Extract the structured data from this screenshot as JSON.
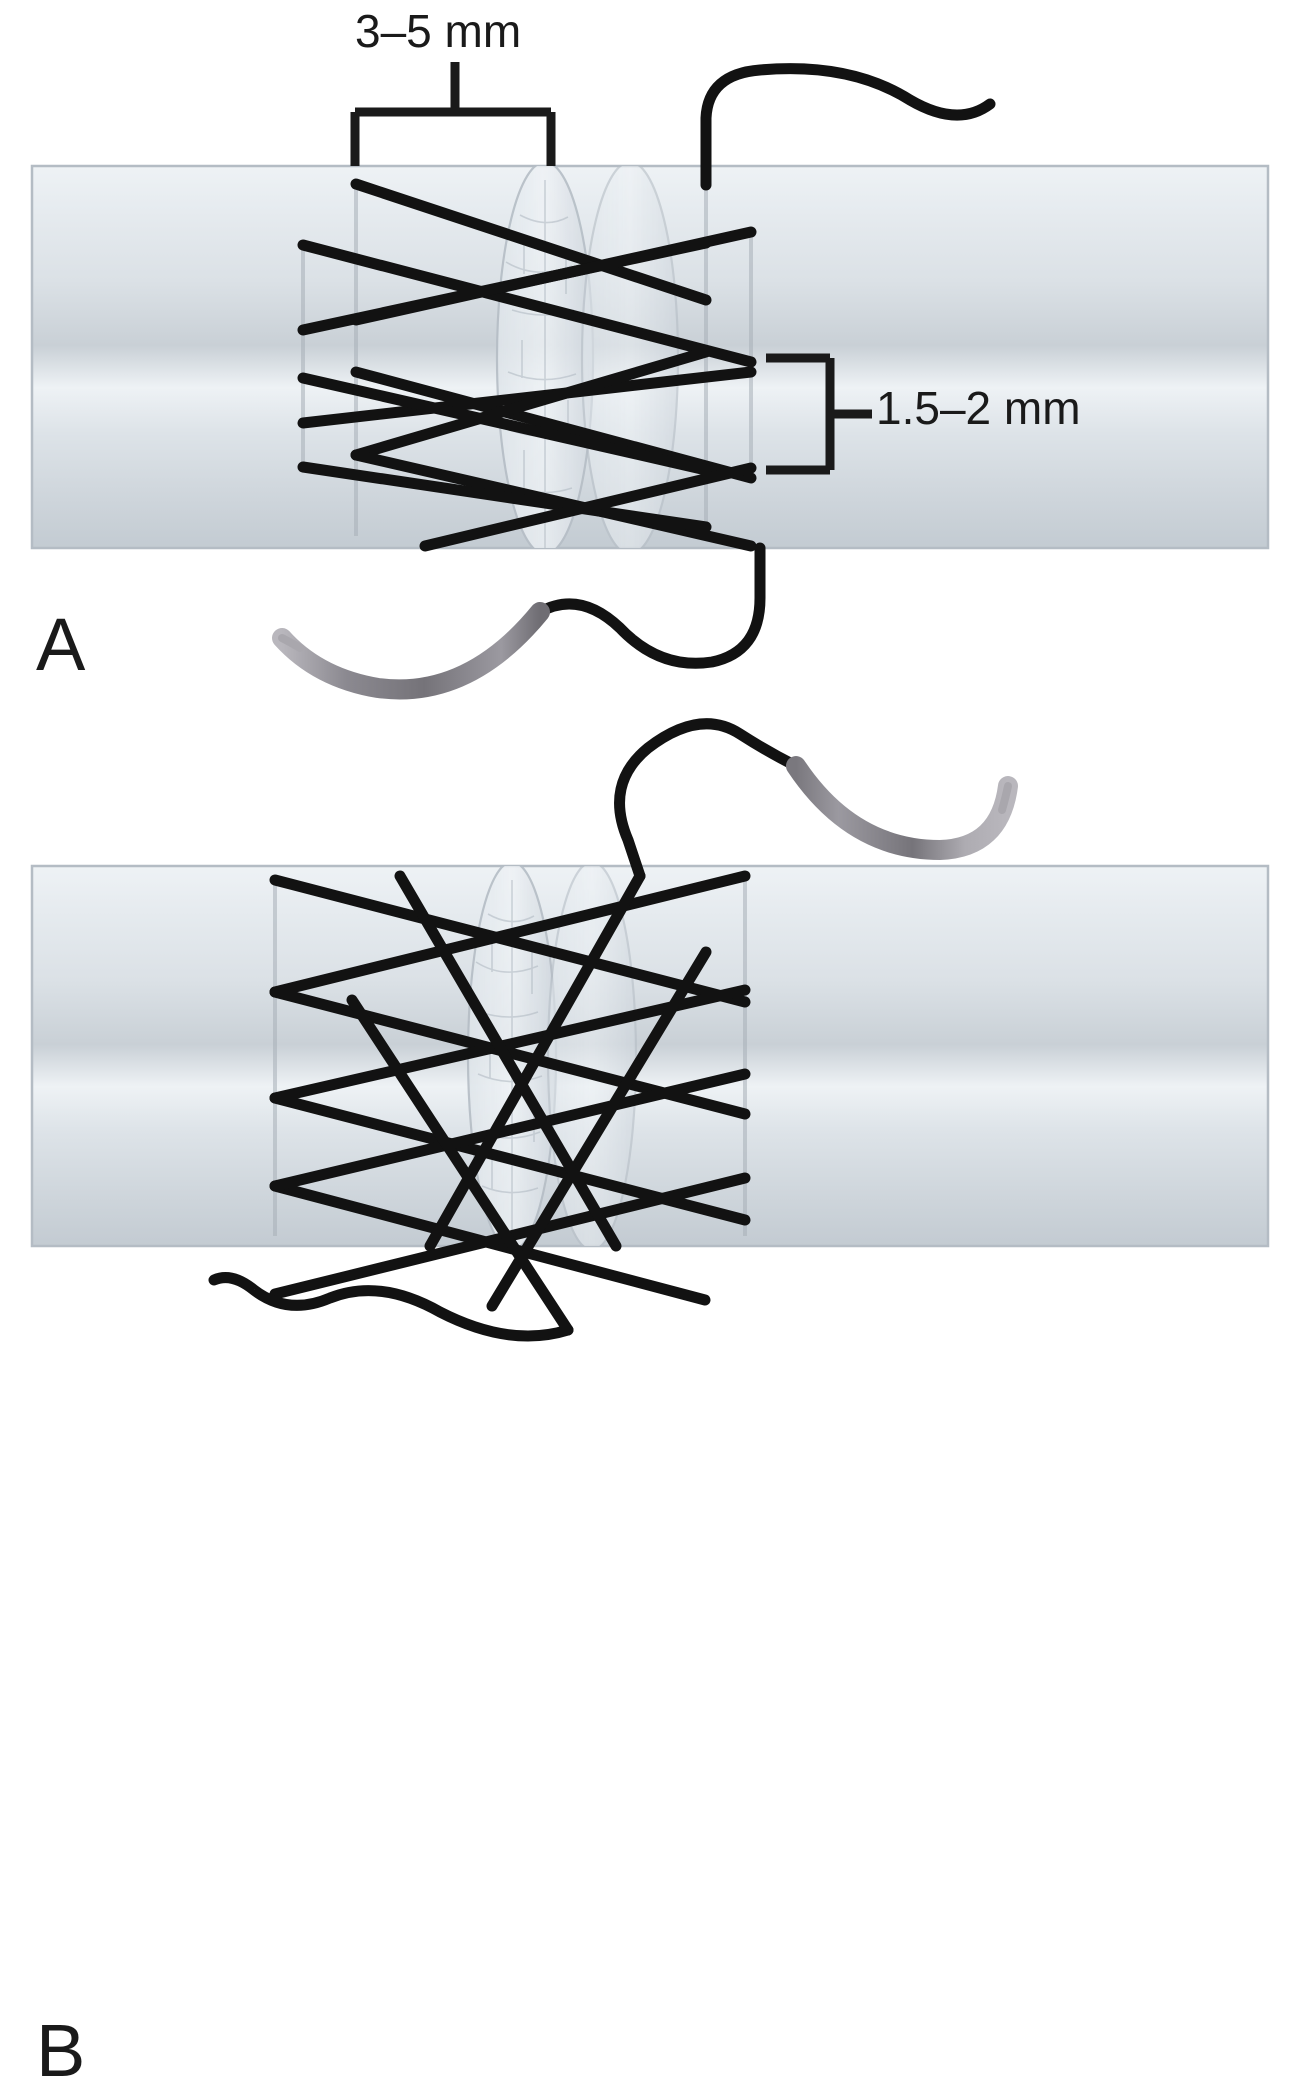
{
  "figure": {
    "title": "Continuous criss-cross (zigzag) suture anastomosis technique",
    "background_color": "#ffffff",
    "suture_color": "#111111",
    "needle_color": "#8e8d93",
    "vessel_color": "#d9dfe4"
  },
  "labels": {
    "gap_measurement": "3–5 mm",
    "bite_measurement": "1.5–2 mm"
  },
  "panels": [
    {
      "id": "A",
      "letter": "A",
      "caption": "A",
      "description": "First pass of the continuous criss-cross suture across the anastomosis; needle exits below, free tail above.",
      "needle": {
        "position": "lower-left",
        "tip_direction": "left"
      },
      "free_tail": {
        "position": "upper-right"
      },
      "stitch_count": 7
    },
    {
      "id": "B",
      "letter": "B",
      "caption": "B",
      "description": "Return pass completing the criss-cross pattern; needle exits above pointing right, free tail below-left.",
      "needle": {
        "position": "upper-right",
        "tip_direction": "right"
      },
      "free_tail": {
        "position": "lower-left"
      },
      "stitch_count": 12
    }
  ],
  "annotations": [
    {
      "name": "gap-bracket",
      "text": "3–5 mm",
      "kind": "top-bracket",
      "describes": "longitudinal spacing of the criss-cross suture bites along the vessel"
    },
    {
      "name": "bite-bracket",
      "text": "1.5–2 mm",
      "kind": "right-bracket",
      "describes": "vertical spacing between successive suture bites"
    }
  ]
}
